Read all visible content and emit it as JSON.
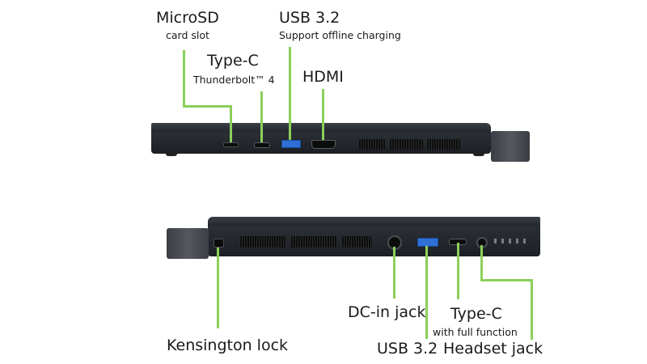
{
  "top": {
    "microsd": {
      "title": "MicroSD",
      "sub": "card slot"
    },
    "typec": {
      "title": "Type-C",
      "sub": "Thunderbolt™ 4"
    },
    "usb": {
      "title": "USB 3.2",
      "sub": "Support offline charging"
    },
    "hdmi": {
      "title": "HDMI"
    }
  },
  "bottom": {
    "kensington": {
      "title": "Kensington lock"
    },
    "dcin": {
      "title": "DC-in jack"
    },
    "usb": {
      "title": "USB 3.2"
    },
    "typec": {
      "title": "Type-C",
      "sub": "with full function"
    },
    "headset": {
      "title": "Headset jack"
    }
  },
  "colors": {
    "callout": "#8bd05a",
    "usb_port": "#2f6fd6",
    "chassis": "#2a2d33"
  }
}
